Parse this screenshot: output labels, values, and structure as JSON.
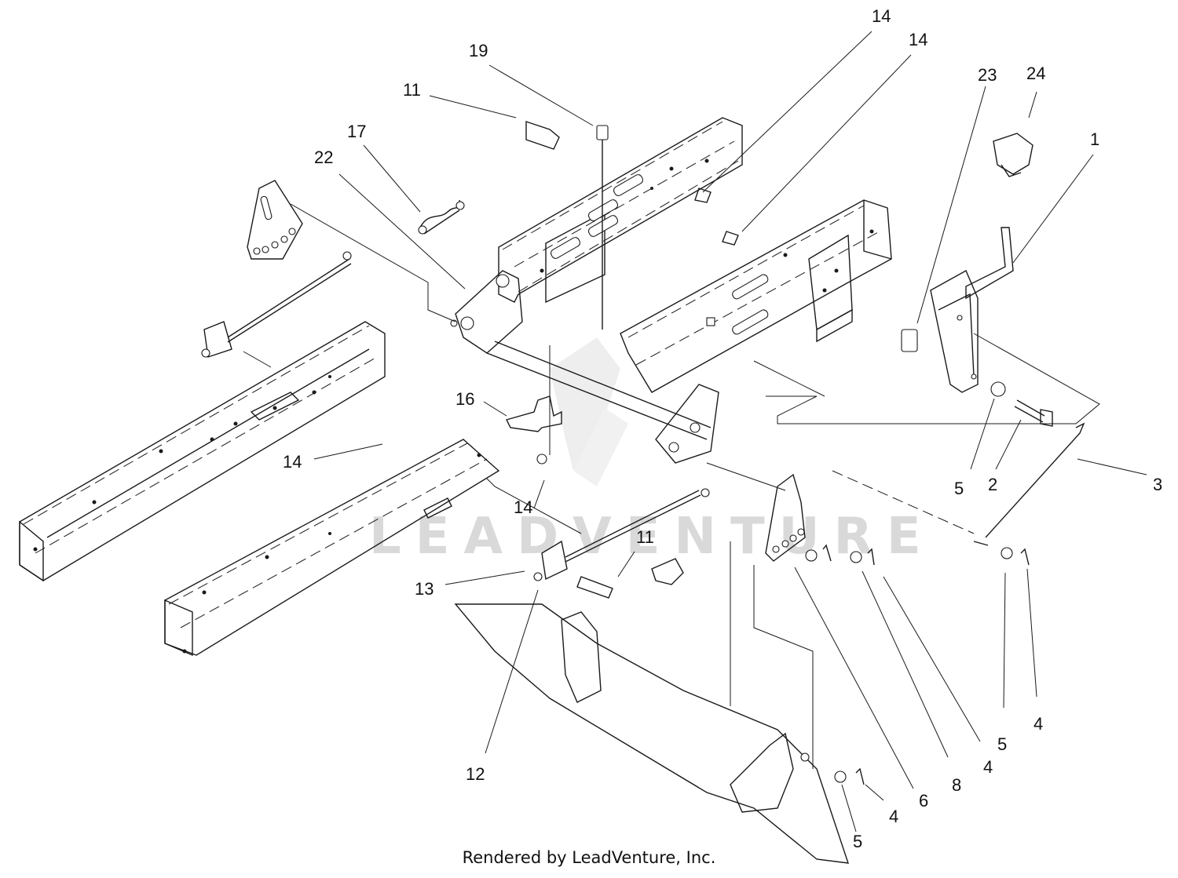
{
  "watermark": {
    "text": "LEADVENTURE",
    "color": "#d9d9d9"
  },
  "footer": {
    "text": "Rendered by LeadVenture, Inc."
  },
  "callouts": [
    {
      "id": "c14a",
      "label": "14"
    },
    {
      "id": "c14b",
      "label": "14"
    },
    {
      "id": "c19",
      "label": "19"
    },
    {
      "id": "c11a",
      "label": "11"
    },
    {
      "id": "c17",
      "label": "17"
    },
    {
      "id": "c22",
      "label": "22"
    },
    {
      "id": "c23",
      "label": "23"
    },
    {
      "id": "c24",
      "label": "24"
    },
    {
      "id": "c1",
      "label": "1"
    },
    {
      "id": "c16",
      "label": "16"
    },
    {
      "id": "c14c",
      "label": "14"
    },
    {
      "id": "c14d",
      "label": "14"
    },
    {
      "id": "c5a",
      "label": "5"
    },
    {
      "id": "c2",
      "label": "2"
    },
    {
      "id": "c3",
      "label": "3"
    },
    {
      "id": "c11b",
      "label": "11"
    },
    {
      "id": "c13",
      "label": "13"
    },
    {
      "id": "c12",
      "label": "12"
    },
    {
      "id": "c5b",
      "label": "5"
    },
    {
      "id": "c4a",
      "label": "4"
    },
    {
      "id": "c4b",
      "label": "4"
    },
    {
      "id": "c8",
      "label": "8"
    },
    {
      "id": "c6",
      "label": "6"
    },
    {
      "id": "c4c",
      "label": "4"
    },
    {
      "id": "c5c",
      "label": "5"
    }
  ]
}
